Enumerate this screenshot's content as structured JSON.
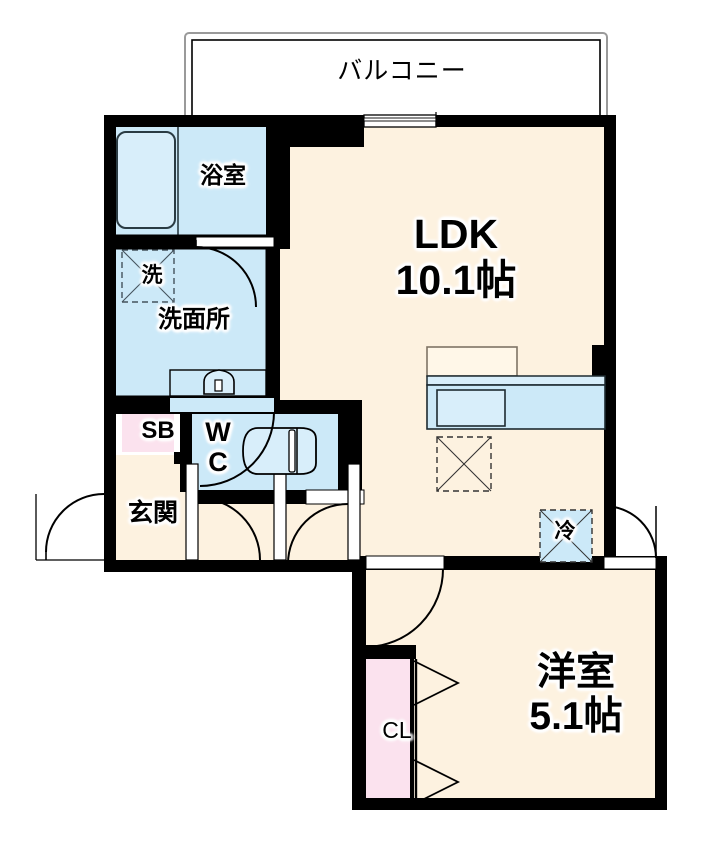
{
  "plan": {
    "type": "japanese-floor-plan",
    "title": "1LDK apartment floor plan",
    "colors": {
      "wall": "#000000",
      "floor_living": "#FDF2E0",
      "water_area": "#CCE9F8",
      "closet": "#FBE2EE",
      "outline": "#000000",
      "background": "#FFFFFF",
      "counter_top": "#FFF7E8",
      "dashed_guide": "#333333"
    },
    "rooms": [
      {
        "id": "balcony",
        "label": "バルコニー",
        "area": "",
        "kind": "outdoor"
      },
      {
        "id": "ldk",
        "label": "LDK",
        "area": "10.1帖",
        "kind": "living-dining-kitchen"
      },
      {
        "id": "bathroom",
        "label": "浴室",
        "area": "",
        "kind": "bath"
      },
      {
        "id": "washroom",
        "label": "洗面所",
        "area": "",
        "kind": "vanity"
      },
      {
        "id": "toilet",
        "label": "W\nC",
        "area": "",
        "kind": "toilet"
      },
      {
        "id": "entrance",
        "label": "玄関",
        "area": "",
        "kind": "entry"
      },
      {
        "id": "bedroom",
        "label": "洋室",
        "area": "5.1帖",
        "kind": "western-room"
      }
    ],
    "labels": {
      "balcony": "バルコニー",
      "ldk_name": "LDK",
      "ldk_size": "10.1帖",
      "bathroom": "浴室",
      "washroom": "洗面所",
      "washer": "洗",
      "shoebox": "SB",
      "toilet_line1": "W",
      "toilet_line2": "C",
      "entrance": "玄関",
      "fridge": "冷",
      "closet": "CL",
      "bedroom_name": "洋室",
      "bedroom_size": "5.1帖"
    },
    "fixtures": [
      {
        "name": "bathtub",
        "room": "bathroom"
      },
      {
        "name": "washing-machine-space",
        "room": "washroom",
        "symbol": "洗"
      },
      {
        "name": "vanity-sink",
        "room": "washroom"
      },
      {
        "name": "toilet-bowl",
        "room": "toilet"
      },
      {
        "name": "shoe-box",
        "room": "entrance",
        "symbol": "SB"
      },
      {
        "name": "kitchen-counter-sink",
        "room": "ldk"
      },
      {
        "name": "appliance-space",
        "room": "ldk"
      },
      {
        "name": "refrigerator-space",
        "room": "ldk",
        "symbol": "冷"
      },
      {
        "name": "closet",
        "room": "bedroom",
        "symbol": "CL"
      }
    ],
    "doors": [
      {
        "name": "entrance-door",
        "type": "hinged-swing"
      },
      {
        "name": "bathroom-door",
        "type": "hinged-swing"
      },
      {
        "name": "washroom-door",
        "type": "hinged-swing"
      },
      {
        "name": "toilet-door",
        "type": "hinged-swing"
      },
      {
        "name": "hall-to-bedroom-door",
        "type": "hinged-swing"
      },
      {
        "name": "bedroom-entry-door",
        "type": "hinged-swing"
      },
      {
        "name": "closet-door",
        "type": "folding"
      },
      {
        "name": "balcony-sliding-door",
        "type": "sliding-window"
      }
    ]
  }
}
